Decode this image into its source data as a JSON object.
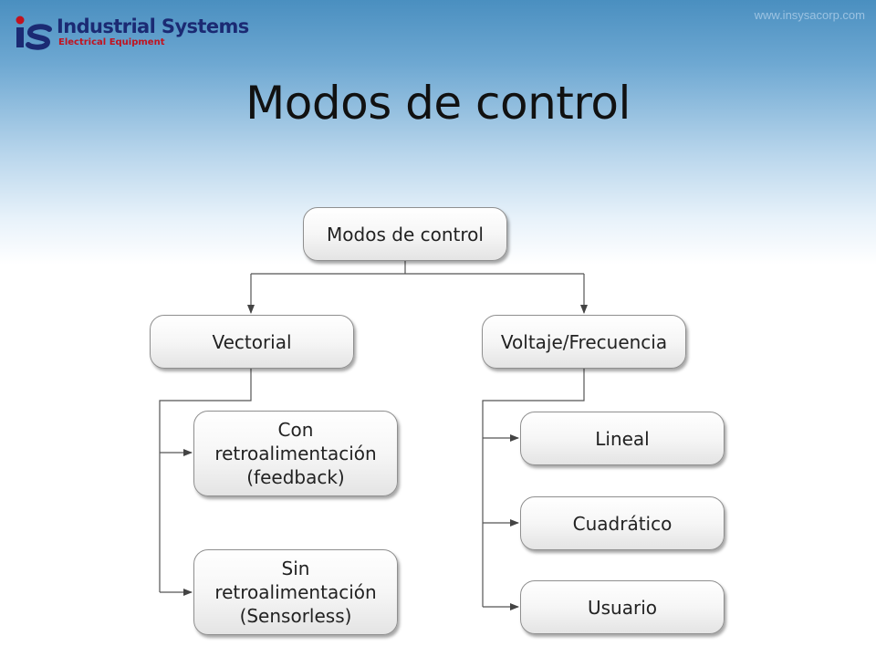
{
  "brand": {
    "initials": "iS",
    "name": "Industrial Systems",
    "tagline": "Electrical Equipment",
    "url": "www.insysacorp.com",
    "colors": {
      "navy": "#1b2a73",
      "red": "#c1121f"
    }
  },
  "title": "Modos de control",
  "diagram": {
    "root": "Modos de control",
    "branches": [
      {
        "label": "Vectorial",
        "children": [
          "Con\nretroalimentación\n(feedback)",
          "Sin\nretroalimentación\n(Sensorless)"
        ]
      },
      {
        "label": "Voltaje/Frecuencia",
        "children": [
          "Lineal",
          "Cuadrático",
          "Usuario"
        ]
      }
    ]
  }
}
